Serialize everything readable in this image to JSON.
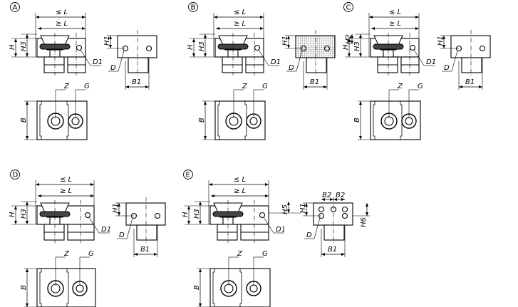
{
  "variants": [
    {
      "id": "A",
      "labels": {
        "le_l": "≤ L",
        "ge_l": "≥ L",
        "h": "H",
        "h3": "H3",
        "h1": "H1",
        "d1": "D1",
        "d": "D",
        "b1": "B1",
        "b": "B",
        "z": "Z",
        "g": "G"
      }
    },
    {
      "id": "B",
      "labels": {
        "le_l": "≤ L",
        "ge_l": "≥ L",
        "h": "H",
        "h3": "H3",
        "h1": "H1",
        "d1": "D1",
        "d": "D",
        "b1": "B1",
        "b": "B",
        "z": "Z",
        "g": "G"
      }
    },
    {
      "id": "C",
      "labels": {
        "le_l": "≤ L",
        "ge_l": "≥ L",
        "h": "H",
        "h3": "H3",
        "h2": "H2",
        "h1": "H1",
        "d1": "D1",
        "d": "D",
        "b1": "B1",
        "b": "B",
        "z": "Z",
        "g": "G"
      }
    },
    {
      "id": "D",
      "labels": {
        "le_l": "≤ L",
        "ge_l": "≥ L",
        "h": "H",
        "h3": "H3",
        "h1": "H1",
        "d1": "D1",
        "d": "D",
        "b1": "B1",
        "b": "B",
        "z": "Z",
        "g": "G"
      }
    },
    {
      "id": "E",
      "labels": {
        "le_l": "≤ L",
        "ge_l": "≥ L",
        "h": "H",
        "h3": "H3",
        "h5": "H5",
        "h6": "H6",
        "h1": "H1",
        "b2a": "B2",
        "b2b": "B2",
        "d1": "D1",
        "d": "D",
        "b1": "B1",
        "b": "B",
        "z": "Z",
        "g": "G"
      }
    }
  ]
}
